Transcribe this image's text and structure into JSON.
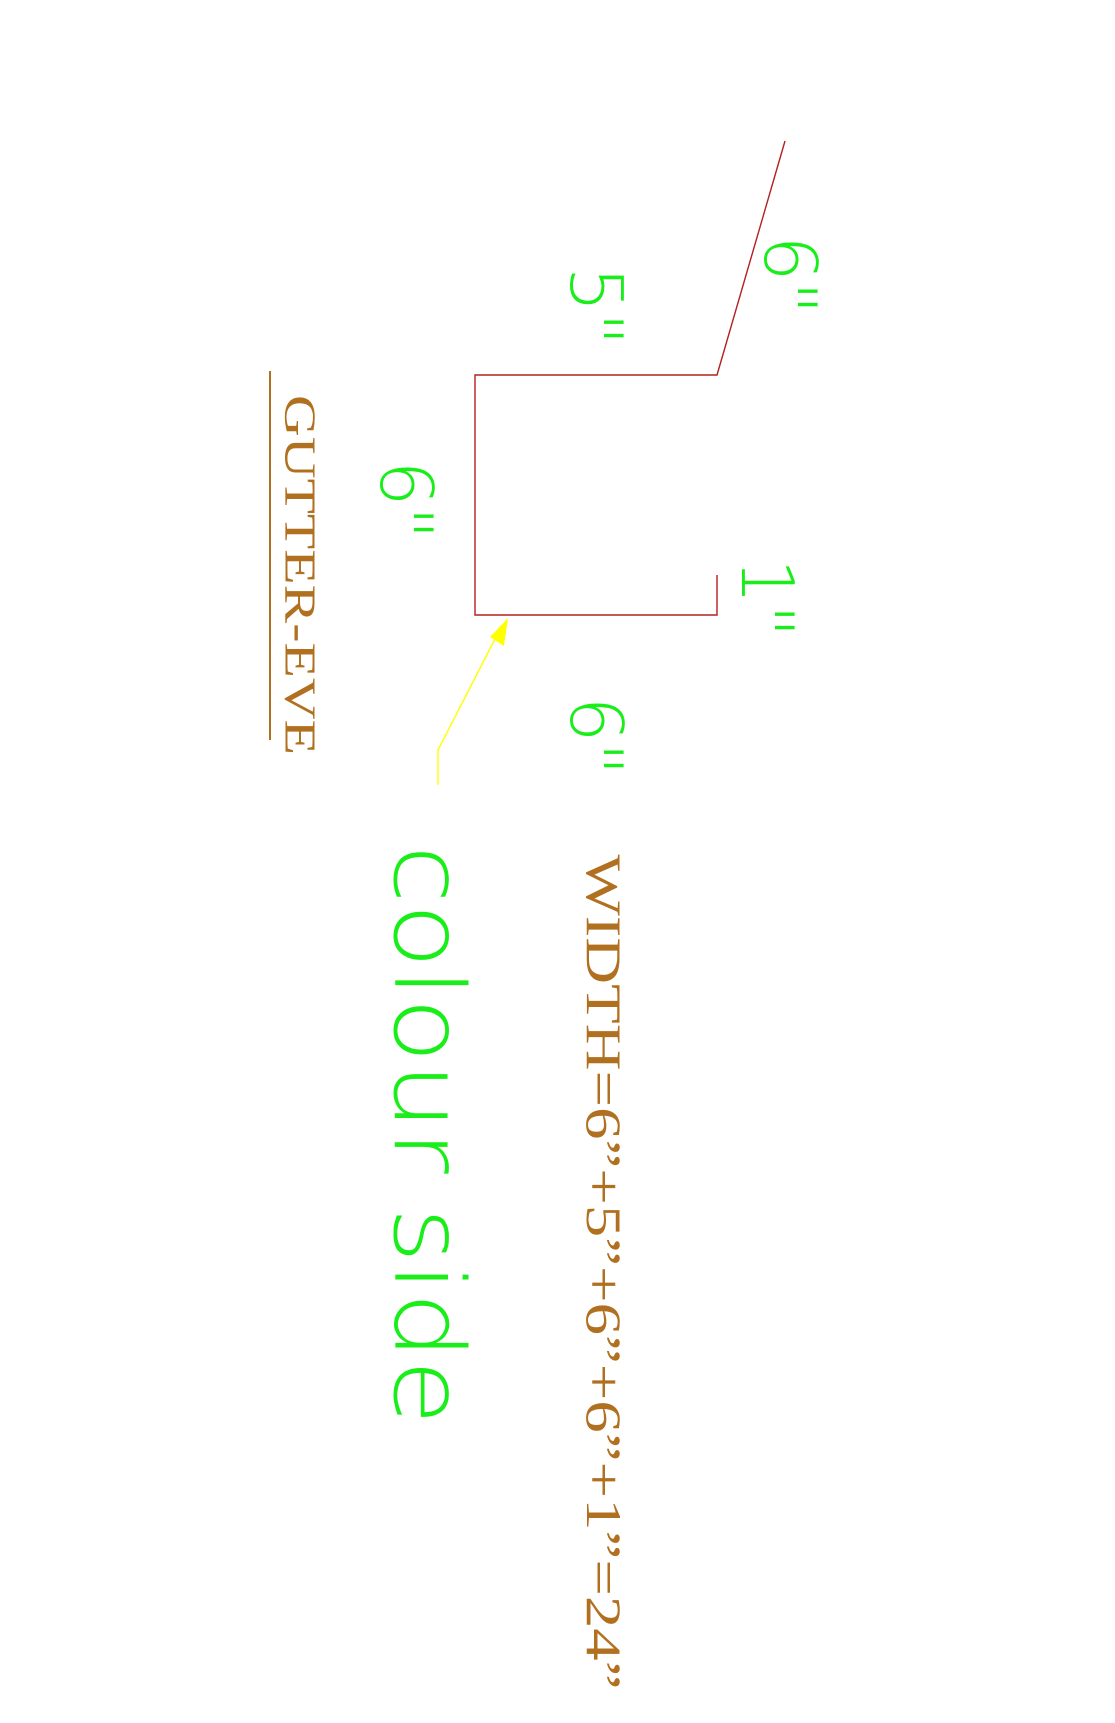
{
  "title": "GUTTER-EVE",
  "formula": "WIDTH=6”+5”+6”+6”+1”=24”",
  "note": "colour side",
  "dims": {
    "slope": "6\"",
    "top": "5\"",
    "back": "6\"",
    "bottom": "6\"",
    "lip": "1\""
  },
  "colors": {
    "profile": "#b32020",
    "dimension_text": "#1aee1a",
    "title_text": "#b07020",
    "arrow": "#ffff00"
  }
}
